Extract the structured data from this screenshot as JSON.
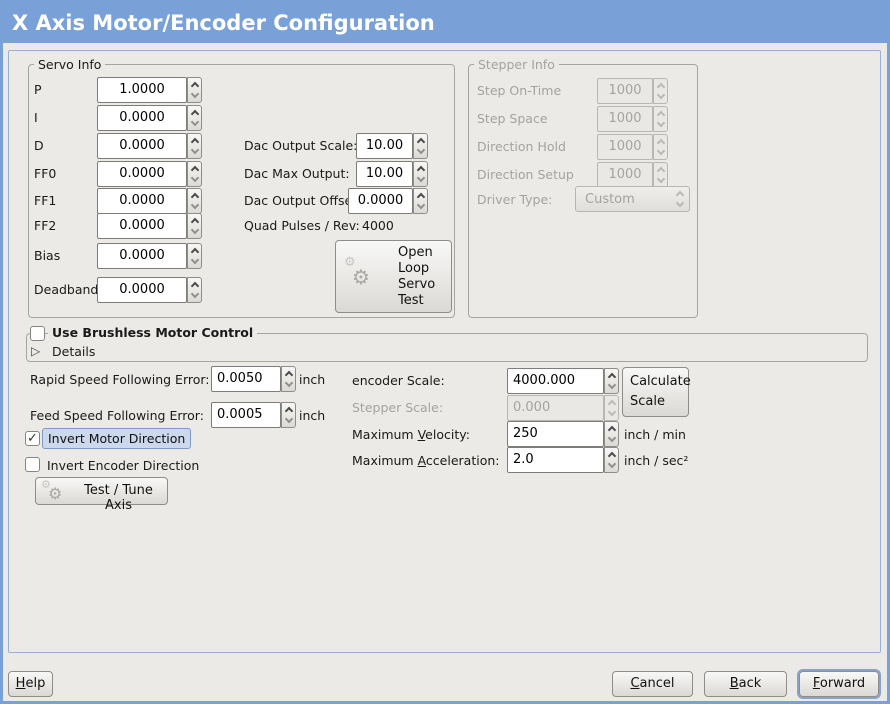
{
  "title": "X Axis Motor/Encoder Configuration",
  "colors": {
    "titlebar_blue": "#79a1d7",
    "panel_gray": "#ebeae7",
    "focus_ring": "#85a3cc",
    "selection_highlight": "#ccd9ec"
  },
  "icons": {
    "checkmark": "✓",
    "expander_triangle": "▷",
    "gear": "⚙"
  },
  "servo": {
    "legend": "Servo Info",
    "rows": [
      {
        "label": "P",
        "value": "1.0000"
      },
      {
        "label": "I",
        "value": "0.0000"
      },
      {
        "label": "D",
        "value": "0.0000"
      },
      {
        "label": "FF0",
        "value": "0.0000"
      },
      {
        "label": "FF1",
        "value": "0.0000"
      },
      {
        "label": "FF2",
        "value": "0.0000"
      },
      {
        "label": "Bias",
        "value": "0.0000"
      },
      {
        "label": "Deadband",
        "value": "0.0000"
      }
    ]
  },
  "dac": {
    "rows": [
      {
        "label": "Dac Output Scale:",
        "value": "10.00"
      },
      {
        "label": "Dac Max Output:",
        "value": "10.00"
      },
      {
        "label": "Dac Output Offset:",
        "value": "0.0000"
      }
    ],
    "quad_label": "Quad Pulses / Rev:",
    "quad_value": "4000",
    "open_loop_button": "Open\nLoop\nServo\nTest"
  },
  "stepper": {
    "legend": "Stepper Info",
    "rows": [
      {
        "label": "Step On-Time",
        "value": "1000"
      },
      {
        "label": "Step Space",
        "value": "1000"
      },
      {
        "label": "Direction Hold",
        "value": "1000"
      },
      {
        "label": "Direction Setup",
        "value": "1000"
      }
    ],
    "driver_type_label": "Driver Type:",
    "driver_type_value": "Custom"
  },
  "brushless": {
    "checkbox_label": "Use Brushless Motor Control",
    "expander_label": "Details"
  },
  "following_error": {
    "rapid_label": "Rapid Speed Following Error:",
    "rapid_value": "0.0050",
    "rapid_unit": "inch",
    "feed_label": "Feed Speed Following Error:",
    "feed_value": "0.0005",
    "feed_unit": "inch"
  },
  "scales": {
    "encoder_label": "encoder Scale:",
    "encoder_value": "4000.000",
    "calculate_button": "Calculate\nScale",
    "stepper_label": "Stepper Scale:",
    "stepper_value": "0.000",
    "velocity_label": {
      "pre": "Maximum ",
      "mn": "V",
      "post": "elocity:"
    },
    "velocity_value": "250",
    "velocity_unit": "inch / min",
    "accel_label": {
      "pre": "Maximum ",
      "mn": "A",
      "post": "cceleration:"
    },
    "accel_value": "2.0",
    "accel_unit": "inch / sec²"
  },
  "options": {
    "invert_motor_label": "Invert Motor Direction",
    "invert_encoder_label": "Invert Encoder Direction",
    "test_tune_button": "Test / Tune Axis"
  },
  "footer": {
    "help": {
      "mn": "H",
      "post": "elp"
    },
    "cancel": {
      "mn": "C",
      "post": "ancel"
    },
    "back": {
      "mn": "B",
      "post": "ack"
    },
    "forward": {
      "mn": "F",
      "post": "orward"
    }
  }
}
